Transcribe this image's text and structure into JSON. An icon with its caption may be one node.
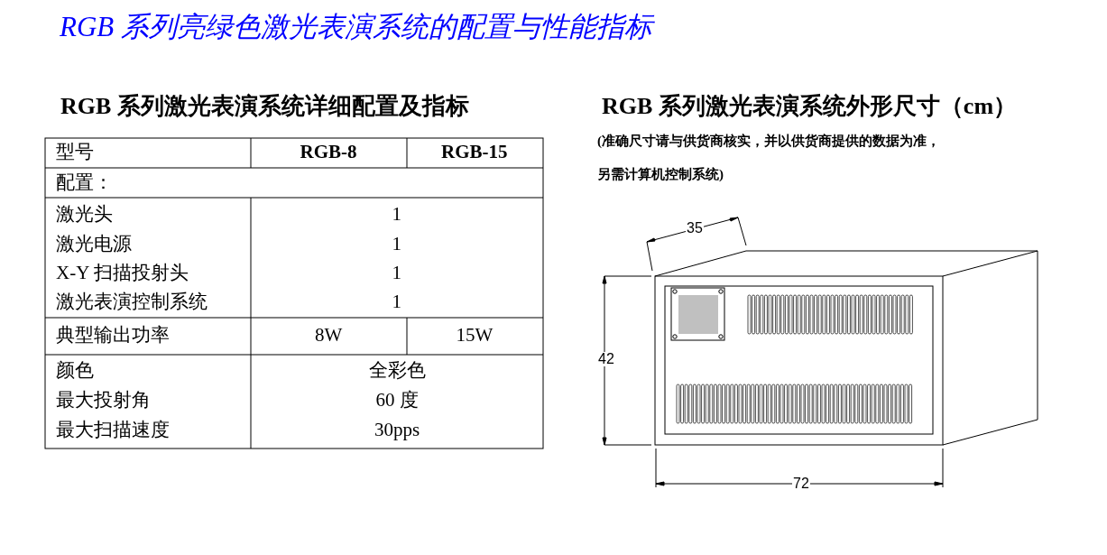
{
  "diagram": {
    "title": "RGB 系列亮绿色激光表演系统的配置与性能指标",
    "labels": [
      "RGB 系列激光表演系统详细配置及指标",
      "型号",
      "RGB-8",
      "RGB-15",
      "配置：",
      "激光头",
      "1",
      "激光电源",
      "1",
      "X-Y 扫描投射头",
      "1",
      "激光表演控制系统",
      "1",
      "典型输出功率",
      "8W",
      "15W",
      "颜色",
      "全彩色",
      "最大投射角",
      "60 度",
      "最大扫描速度",
      "30pps",
      "RGB 系列激光表演系统外形尺寸（cm）",
      "(准确尺寸请与供货商核实，并以供货商提供的数据为准，",
      "另需计算机控制系统)",
      "35",
      "42",
      "72"
    ]
  }
}
